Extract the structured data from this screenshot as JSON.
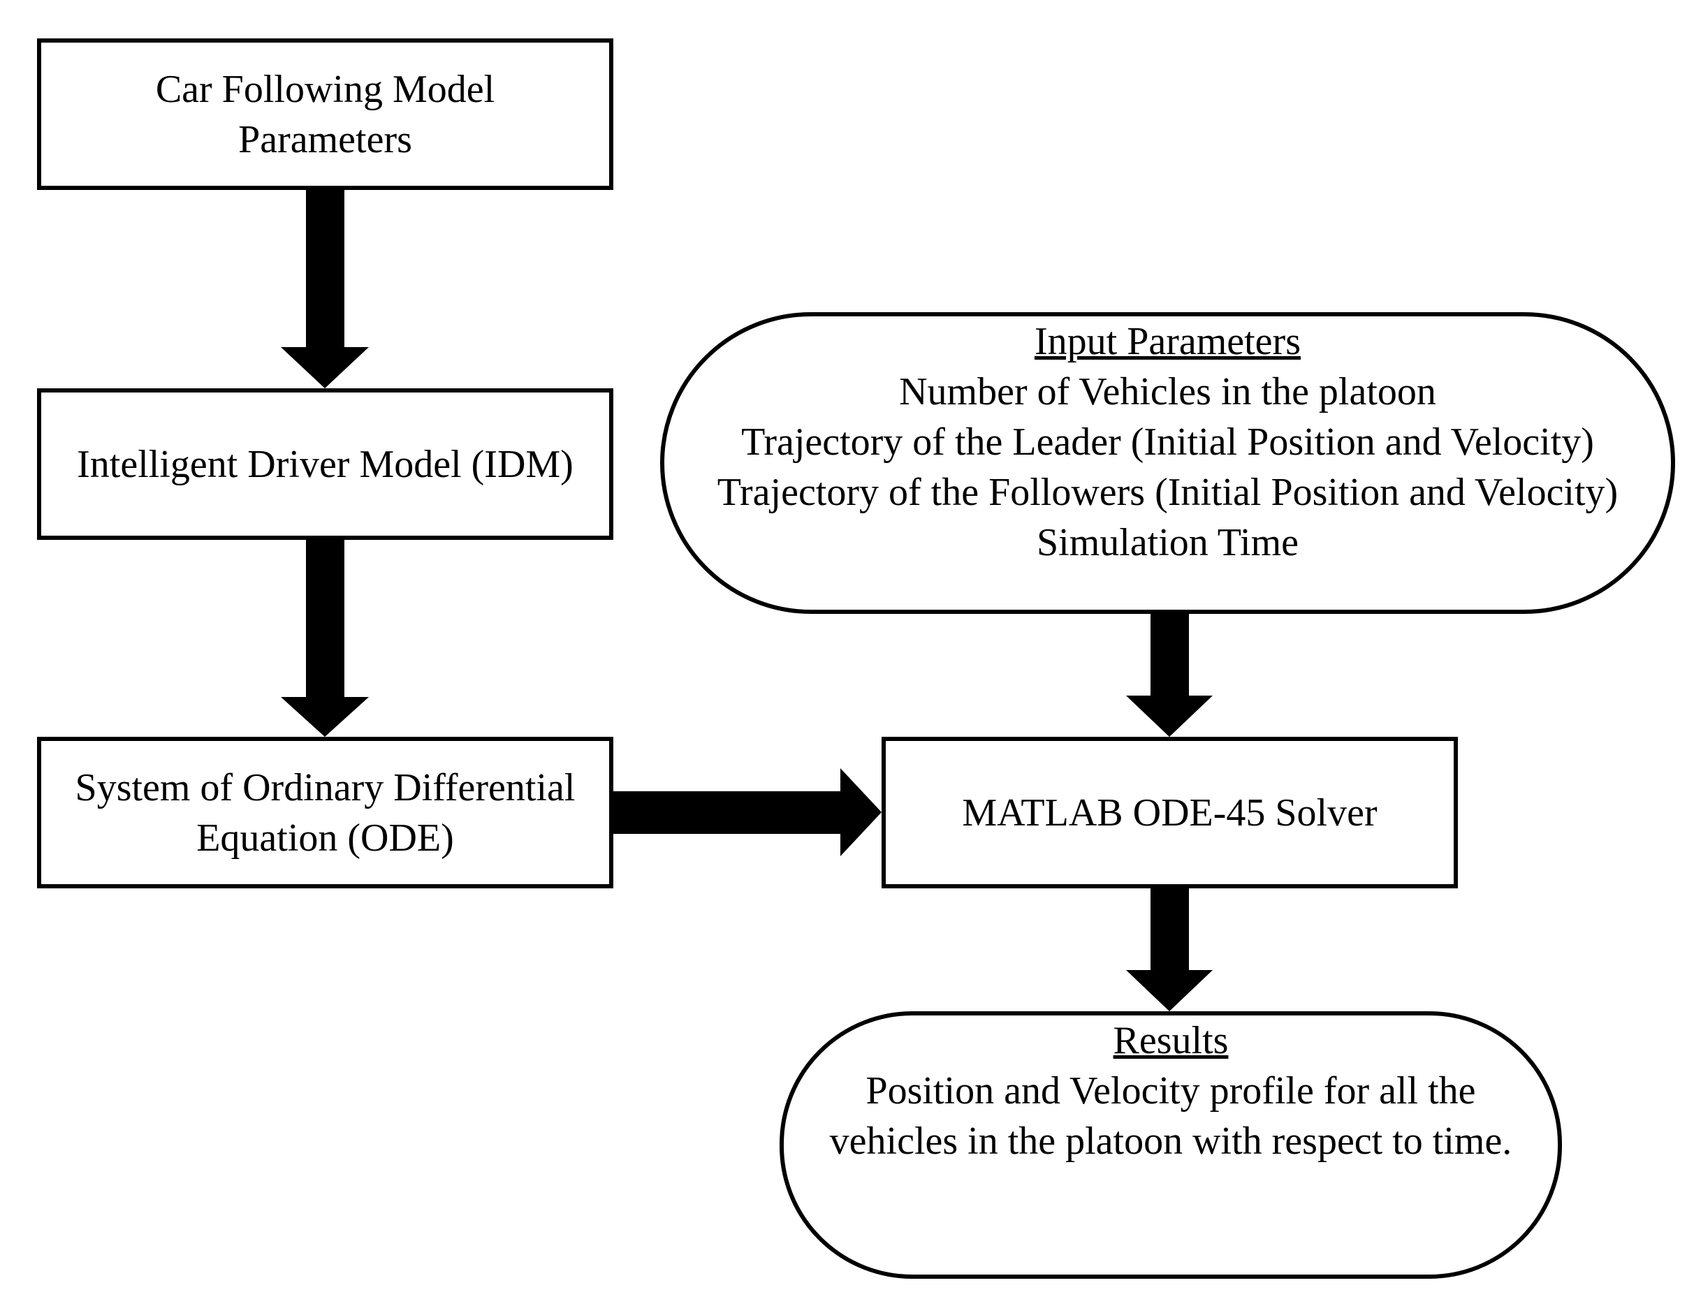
{
  "diagram": {
    "nodes": {
      "car_following": {
        "lines": [
          "Car Following Model",
          "Parameters"
        ]
      },
      "idm": {
        "lines": [
          "Intelligent Driver Model (IDM)"
        ]
      },
      "ode_system": {
        "lines": [
          "System of Ordinary Differential",
          "Equation (ODE)"
        ]
      },
      "input_params": {
        "heading": "Input Parameters",
        "lines": [
          "Number of Vehicles in the platoon",
          "Trajectory of the Leader (Initial Position and Velocity)",
          "Trajectory of the Followers (Initial Position and Velocity)",
          "Simulation Time"
        ]
      },
      "matlab": {
        "lines": [
          "MATLAB ODE-45 Solver"
        ]
      },
      "results": {
        "heading": "Results",
        "lines": [
          "Position and Velocity profile for all the",
          "vehicles in the platoon with respect to time."
        ]
      }
    },
    "edges": [
      {
        "from": "car_following",
        "to": "idm"
      },
      {
        "from": "idm",
        "to": "ode_system"
      },
      {
        "from": "ode_system",
        "to": "matlab"
      },
      {
        "from": "input_params",
        "to": "matlab"
      },
      {
        "from": "matlab",
        "to": "results"
      }
    ],
    "colors": {
      "stroke": "#000000",
      "fill": "#ffffff",
      "arrow": "#000000"
    }
  }
}
